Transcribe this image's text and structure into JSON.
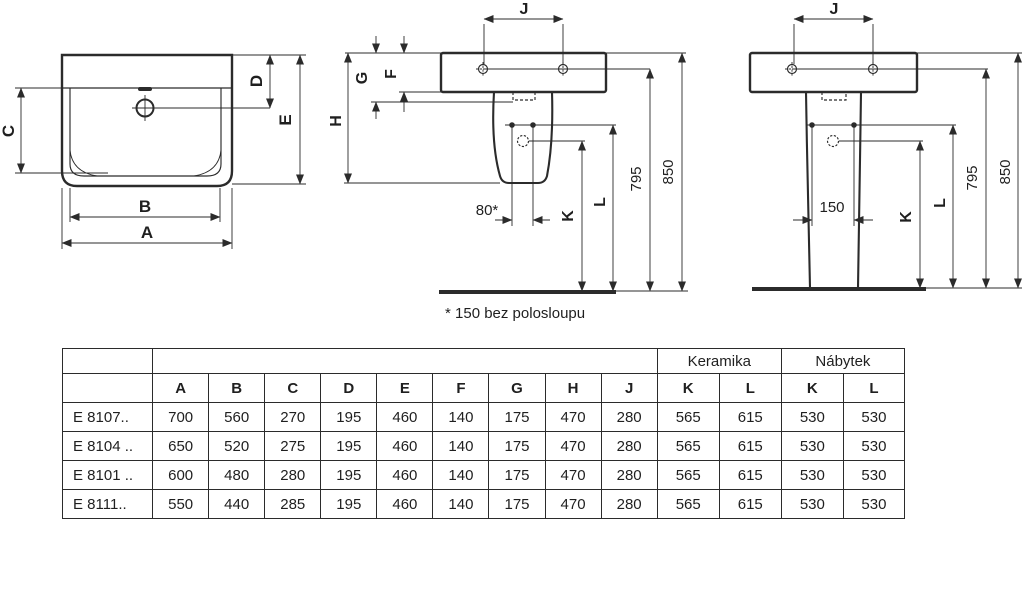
{
  "drawings": {
    "front": {
      "A": "A",
      "B": "B",
      "C": "C",
      "D": "D",
      "E": "E"
    },
    "half_pedestal": {
      "J": "J",
      "G": "G",
      "F": "F",
      "H": "H",
      "K": "K",
      "L": "L",
      "h795": "795",
      "h850": "850",
      "d80": "80*"
    },
    "pedestal": {
      "J": "J",
      "K": "K",
      "L": "L",
      "h795": "795",
      "h850": "850",
      "d150": "150"
    },
    "note": "* 150 bez polosloupu"
  },
  "table": {
    "groups": {
      "keramika": "Keramika",
      "nabytek": "Nábytek"
    },
    "columns": [
      "A",
      "B",
      "C",
      "D",
      "E",
      "F",
      "G",
      "H",
      "J",
      "K",
      "L",
      "K",
      "L"
    ],
    "rows": [
      {
        "model": "E 8107..",
        "values": [
          700,
          560,
          270,
          195,
          460,
          140,
          175,
          470,
          280,
          565,
          615,
          530,
          530
        ]
      },
      {
        "model": "E 8104 ..",
        "values": [
          650,
          520,
          275,
          195,
          460,
          140,
          175,
          470,
          280,
          565,
          615,
          530,
          530
        ]
      },
      {
        "model": "E 8101 ..",
        "values": [
          600,
          480,
          280,
          195,
          460,
          140,
          175,
          470,
          280,
          565,
          615,
          530,
          530
        ]
      },
      {
        "model": "E 8111..",
        "values": [
          550,
          440,
          285,
          195,
          460,
          140,
          175,
          470,
          280,
          565,
          615,
          530,
          530
        ]
      }
    ]
  },
  "colors": {
    "line": "#2b2b2b",
    "text": "#1f1f1f",
    "background": "#ffffff"
  }
}
